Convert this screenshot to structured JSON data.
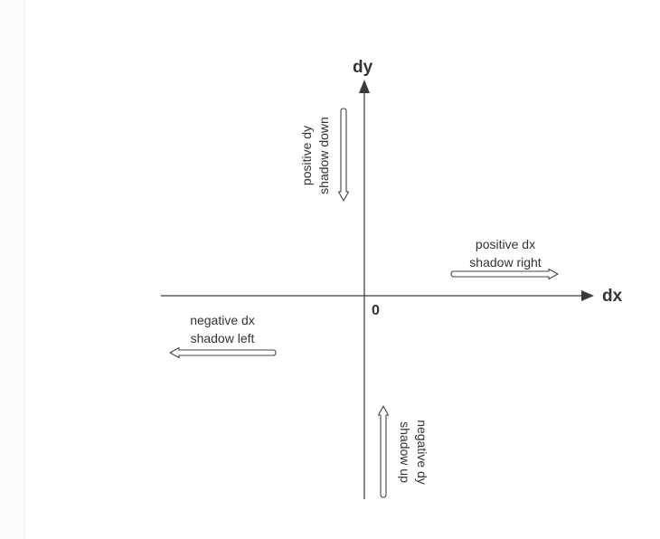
{
  "axes": {
    "x_label": "dx",
    "y_label": "dy",
    "origin_label": "0"
  },
  "annotations": {
    "positive_dx": {
      "line1": "positive dx",
      "line2": "shadow right",
      "direction": "right"
    },
    "negative_dx": {
      "line1": "negative dx",
      "line2": "shadow left",
      "direction": "left"
    },
    "positive_dy": {
      "line1": "positive dy",
      "line2": "shadow down",
      "direction": "down"
    },
    "negative_dy": {
      "line1": "negative dy",
      "line2": "shadow up",
      "direction": "up"
    }
  },
  "colors": {
    "line": "#3a3a3a",
    "text": "#333333",
    "arrow_fill": "#ffffff"
  }
}
